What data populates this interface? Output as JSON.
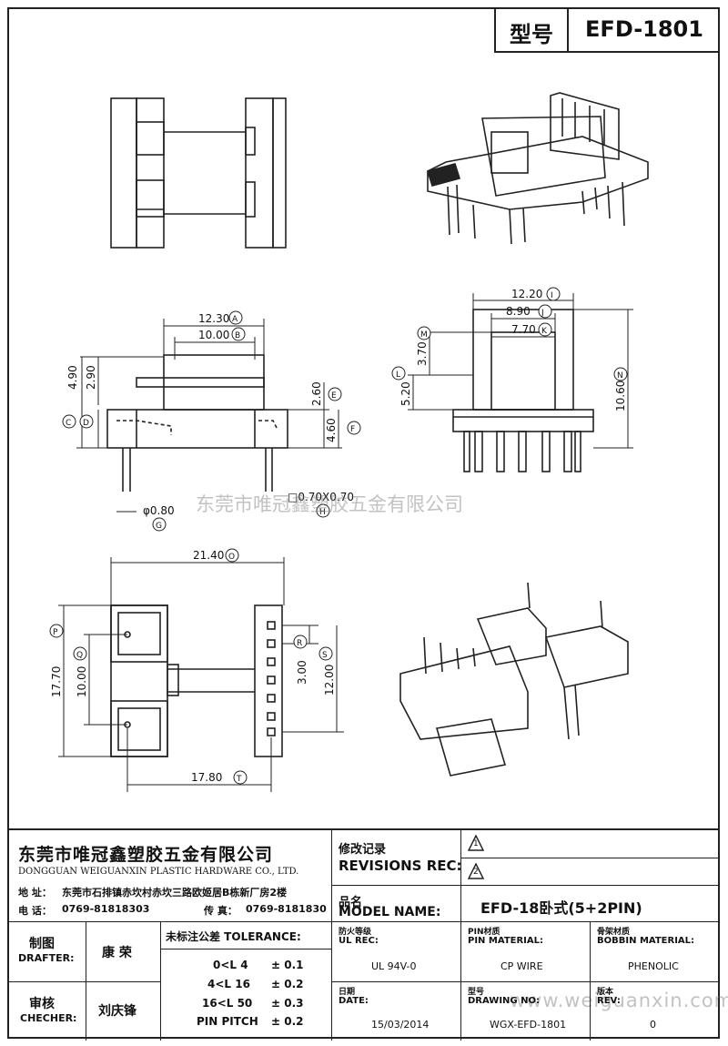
{
  "model_box": {
    "label": "型号",
    "value": "EFD-1801"
  },
  "dims": {
    "top_width": "12.30",
    "top_width_tag": "A",
    "inner_width": "10.00",
    "inner_width_tag": "B",
    "height1": "4.90",
    "height2": "2.90",
    "tag_c": "C",
    "tag_d": "D",
    "right_h1": "2.60",
    "right_h1_tag": "E",
    "right_h2": "4.60",
    "right_h2_tag": "F",
    "pin_dia": "φ0.80",
    "pin_dia_tag": "G",
    "pin_sq": "□0.70X0.70",
    "pin_sq_tag": "H",
    "fw": "12.20",
    "fw_tag": "I",
    "fw2": "8.90",
    "fw2_tag": "J",
    "fw3": "7.70",
    "fw3_tag": "K",
    "fh1": "3.70",
    "fh1_tag": "M",
    "fh2": "5.20",
    "fh2_tag": "L",
    "fh3": "10.60",
    "fh3_tag": "N",
    "bw": "21.40",
    "bw_tag": "O",
    "bh1": "17.70",
    "bh1_tag": "P",
    "bh2": "10.00",
    "bh2_tag": "Q",
    "pitch": "3.00",
    "pitch_tag": "R",
    "span": "12.00",
    "span_tag": "S",
    "pin_dist": "17.80",
    "pin_dist_tag": "T"
  },
  "watermark_text": "东莞市唯冠鑫塑胶五金有限公司",
  "watermark_url": "www.weiguanxin.com",
  "company": {
    "name_cn": "东莞市唯冠鑫塑胶五金有限公司",
    "name_en": "DONGGUAN WEIGUANXIN PLASTIC HARDWARE CO., LTD.",
    "address_label": "地  址：",
    "address": "东莞市石排镇赤坎村赤坎三路欧姬居B栋新厂房2楼",
    "tel_label": "电  话：",
    "tel": "0769-81818303",
    "fax_label": "传  真：",
    "fax": "0769-8181830"
  },
  "revisions": {
    "label_cn": "修改记录",
    "label_en": "REVISIONS REC:",
    "r1": "1",
    "r2": "2"
  },
  "model": {
    "label_cn": "品名",
    "label_en": "MODEL NAME:",
    "value": "EFD-18卧式(5+2PIN)"
  },
  "drafter": {
    "label_cn": "制图",
    "label_en": "DRAFTER:",
    "name": "康  荣"
  },
  "checker": {
    "label_cn": "审核",
    "label_en": "CHECHER:",
    "name": "刘庆锋"
  },
  "tolerance": {
    "label": "未标注公差 TOLERANCE:",
    "rows": [
      {
        "range": "0<L   4",
        "value": "± 0.1"
      },
      {
        "range": "4<L   16",
        "value": "± 0.2"
      },
      {
        "range": "16<L   50",
        "value": "± 0.3"
      },
      {
        "range": "PIN PITCH",
        "value": "± 0.2"
      }
    ]
  },
  "specs": {
    "ul_cn": "防火等级",
    "ul_en": "UL REC:",
    "ul_val": "UL 94V-0",
    "pin_cn": "PIN材质",
    "pin_en": "PIN MATERIAL:",
    "pin_val": "CP WIRE",
    "bob_cn": "骨架材质",
    "bob_en": "BOBBIN MATERIAL:",
    "bob_val": "PHENOLIC",
    "date_cn": "日期",
    "date_en": "DATE:",
    "date_val": "15/03/2014",
    "dwg_cn": "型号",
    "dwg_en": "DRAWING NO:",
    "dwg_val": "WGX-EFD-1801",
    "rev_cn": "版本",
    "rev_en": "REV:",
    "rev_val": "0"
  }
}
